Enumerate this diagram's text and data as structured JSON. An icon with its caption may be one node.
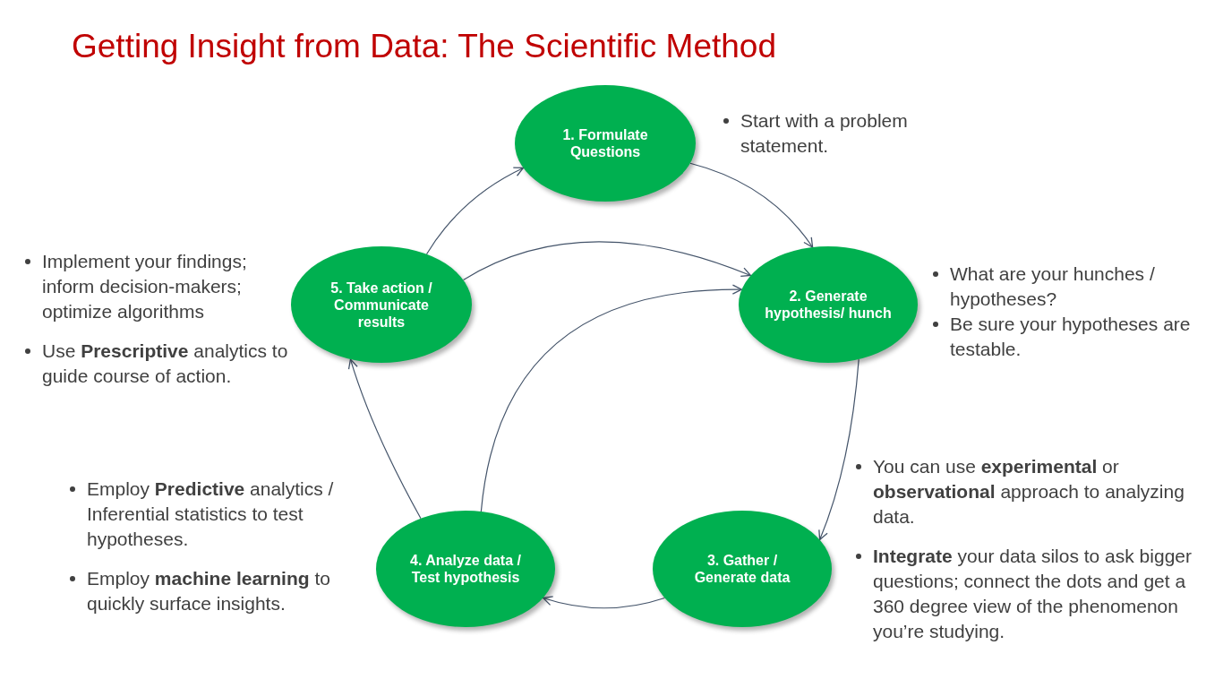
{
  "diagram": {
    "title": "Getting Insight from Data: The Scientific Method",
    "nodes": [
      {
        "text": [
          "1. Formulate Questions"
        ],
        "beside": [
          "Start with a problem statement."
        ]
      },
      {
        "text": [
          "2. Generate hypothesis/ hunch"
        ],
        "beside": [
          "What are your hunches / hypotheses?",
          "Be sure your hypotheses are testable."
        ]
      },
      {
        "text": [
          "3. Gather / Generate data"
        ],
        "beside": [
          "You can use **experimental** or **observational** approach to analyzing data.",
          "**Integrate** your data silos to ask bigger questions; connect the dots and get a 360 degree view of the phenomenon you’re studying."
        ]
      },
      {
        "text": [
          "4. Analyze data / Test hypothesis"
        ],
        "beside": [
          "Employ **Predictive** analytics / Inferential statistics to test hypotheses.",
          "Employ **machine learning** to quickly surface insights."
        ]
      },
      {
        "text": [
          "5. Take action / Communicate results"
        ],
        "beside": [
          "Implement your findings; inform decision-makers; optimize algorithms",
          "Use **Prescriptive** analytics to guide course of action."
        ]
      }
    ],
    "edges": [
      {
        "from": 4,
        "to": 0,
        "arrow": "to"
      },
      {
        "from": 0,
        "to": 1,
        "arrow": "to"
      },
      {
        "from": 4,
        "to": 1,
        "arrow": "to"
      },
      {
        "from": 3,
        "to": 1,
        "arrow": "to"
      },
      {
        "from": 1,
        "to": 2,
        "arrow": "to"
      },
      {
        "from": 2,
        "to": 3,
        "arrow": "to"
      },
      {
        "from": 3,
        "to": 4,
        "arrow": "to"
      }
    ]
  }
}
